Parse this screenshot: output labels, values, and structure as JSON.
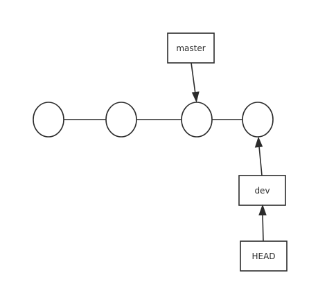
{
  "diagram": {
    "commits": [
      "",
      "",
      "",
      ""
    ],
    "refs": {
      "master": "master",
      "dev": "dev",
      "head": "HEAD"
    }
  }
}
